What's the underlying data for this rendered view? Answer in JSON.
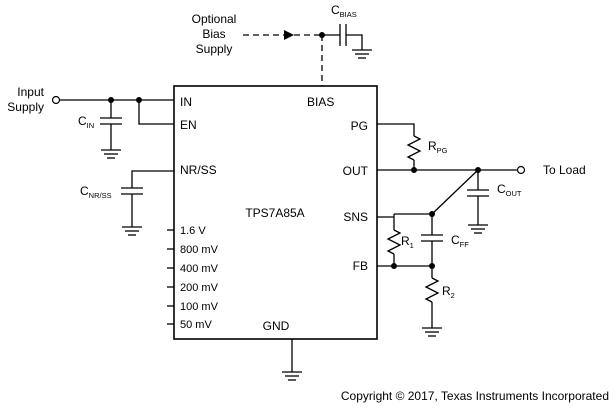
{
  "ic": {
    "name": "TPS7A85A",
    "pins": {
      "in": "IN",
      "en": "EN",
      "nr_ss": "NR/SS",
      "bias": "BIAS",
      "pg": "PG",
      "out": "OUT",
      "sns": "SNS",
      "fb": "FB",
      "gnd": "GND",
      "anyout": [
        "1.6 V",
        "800 mV",
        "400 mV",
        "200 mV",
        "100 mV",
        "50 mV"
      ]
    }
  },
  "labels": {
    "input_supply": [
      "Input",
      "Supply"
    ],
    "optional_bias_supply": [
      "Optional",
      "Bias",
      "Supply"
    ],
    "to_load": "To Load",
    "copyright": "Copyright © 2017, Texas Instruments Incorporated"
  },
  "components": {
    "cbias": {
      "main": "C",
      "sub": "BIAS"
    },
    "cin": {
      "main": "C",
      "sub": "IN"
    },
    "cnrss": {
      "main": "C",
      "sub": "NR/SS"
    },
    "rpg": {
      "main": "R",
      "sub": "PG"
    },
    "cout": {
      "main": "C",
      "sub": "OUT"
    },
    "r1": {
      "main": "R",
      "sub": "1"
    },
    "cff": {
      "main": "C",
      "sub": "FF"
    },
    "r2": {
      "main": "R",
      "sub": "2"
    }
  }
}
